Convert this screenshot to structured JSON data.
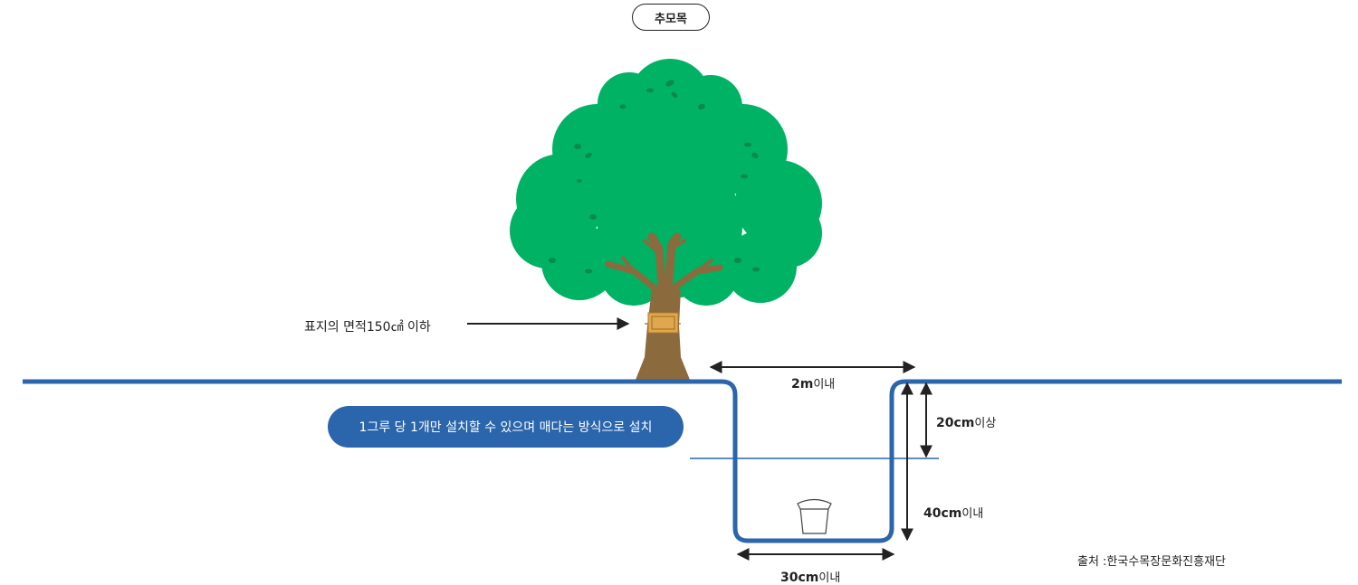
{
  "title": "추모목",
  "plaque_label": "표지의 면적150㎠ 이하",
  "note": "1그루 당 1개만 설치할 수 있으며 매다는 방식으로 설치",
  "dimensions": {
    "width": {
      "value": "2m",
      "suffix": "이내"
    },
    "depth_top": {
      "value": "20cm",
      "suffix": "이상"
    },
    "depth_total": {
      "value": "40cm",
      "suffix": "이내"
    },
    "bottom_width": {
      "value": "30cm",
      "suffix": "이내"
    }
  },
  "source": "출처 :한국수목장문화진흥재단",
  "colors": {
    "ground_line": "#2b65ac",
    "foliage": "#00b264",
    "foliage_dark": "#0a8a4e",
    "trunk": "#8b6a3e",
    "plaque": "#e0a84e",
    "note_bg": "#2b65ac"
  }
}
